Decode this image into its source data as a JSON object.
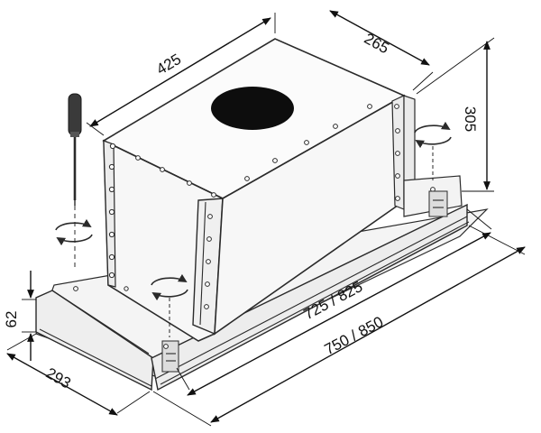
{
  "dimensions": {
    "top_length": "425",
    "top_depth": "265",
    "height": "305",
    "inner_width": "725 / 825",
    "outer_width": "750 / 850",
    "front_depth": "293",
    "bottom_height": "62"
  },
  "colors": {
    "line": "#2a2a2a",
    "body_fill": "#f7f7f7",
    "top_fill": "#fbfbfb",
    "shade": "#e9e9e9",
    "duct_opening": "#0d0d0d",
    "screwdriver_handle": "#3a3a3a"
  },
  "icons": [
    "screwdriver-icon",
    "rotate-arrows-icon"
  ]
}
